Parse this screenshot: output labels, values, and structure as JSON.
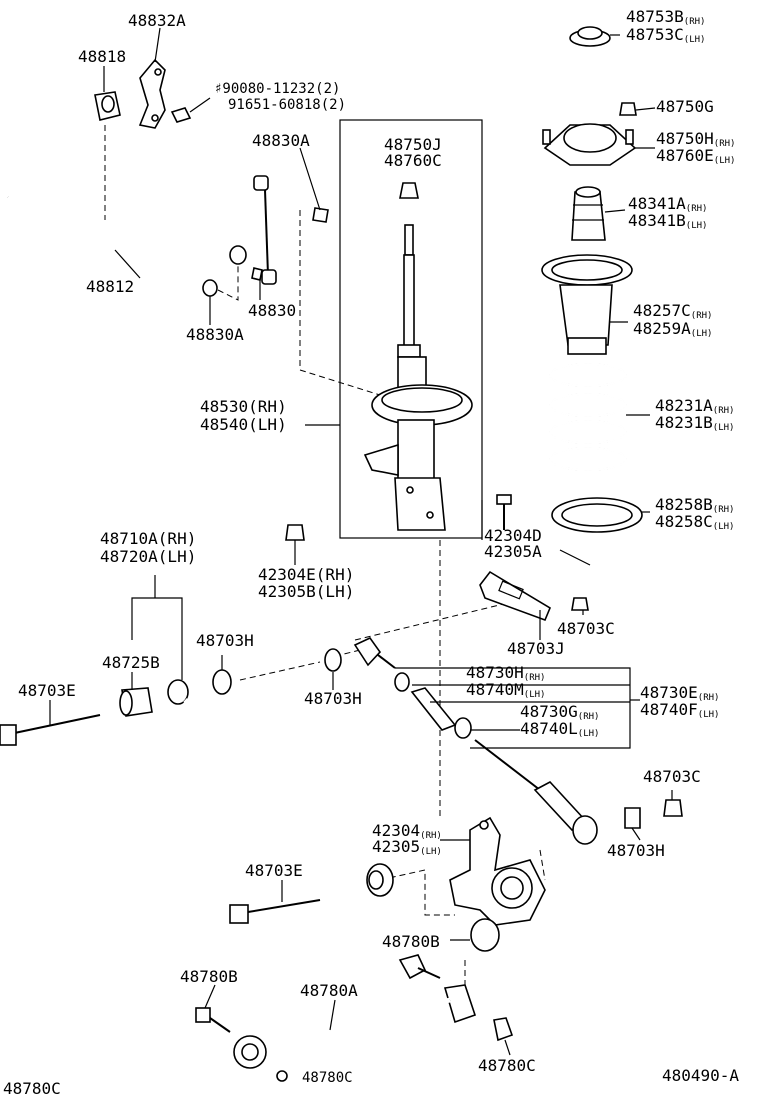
{
  "diagram": {
    "drawing_number": "480490-A",
    "labels": {
      "p48832A": "48832A",
      "p48818": "48818",
      "bolt_line1": "♯90080-11232(2)",
      "bolt_line2": "91651-60818(2)",
      "p48830A_top": "48830A",
      "p48812": "48812",
      "p48830": "48830",
      "p48830A_bot": "48830A",
      "p48750J": "48750J",
      "p48760C": "48760C",
      "p48753B": "48753B",
      "p48753B_side": "(RH)",
      "p48753C": "48753C",
      "p48753C_side": "(LH)",
      "p48750G": "48750G",
      "p48750H": "48750H",
      "p48750H_side": "(RH)",
      "p48760E": "48760E",
      "p48760E_side": "(LH)",
      "p48341A": "48341A",
      "p48341A_side": "(RH)",
      "p48341B": "48341B",
      "p48341B_side": "(LH)",
      "p48257C": "48257C",
      "p48257C_side": "(RH)",
      "p48259A": "48259A",
      "p48259A_side": "(LH)",
      "strut_rh": "48530(RH)",
      "strut_lh": "48540(LH)",
      "p48231A": "48231A",
      "p48231A_side": "(RH)",
      "p48231B": "48231B",
      "p48231B_side": "(LH)",
      "p48258B": "48258B",
      "p48258B_side": "(RH)",
      "p48258C": "48258C",
      "p48258C_side": "(LH)",
      "p42304D": "42304D",
      "p42305A": "42305A",
      "arm_rh": "48710A(RH)",
      "arm_lh": "48720A(LH)",
      "p42304E": "42304E(RH)",
      "p42305B": "42305B(LH)",
      "p48703H_a": "48703H",
      "p48703J": "48703J",
      "p48703C_a": "48703C",
      "p48725B": "48725B",
      "p48703E_a": "48703E",
      "p48703H_b": "48703H",
      "p48730H": "48730H",
      "p48730H_side": "(RH)",
      "p48740M": "48740M",
      "p48740M_side": "(LH)",
      "p48730E": "48730E",
      "p48730E_side": "(RH)",
      "p48740F": "48740F",
      "p48740F_side": "(LH)",
      "p48730G": "48730G",
      "p48730G_side": "(RH)",
      "p48740L": "48740L",
      "p48740L_side": "(LH)",
      "p48703C_b": "48703C",
      "p42304": "42304",
      "p42304_side": "(RH)",
      "p42305": "42305",
      "p42305_side": "(LH)",
      "p48703H_c": "48703H",
      "p48703E_b": "48703E",
      "p48780B_a": "48780B",
      "p48780B_b": "48780B",
      "p48780A": "48780A",
      "p48780C_a": "48780C",
      "p48780C_b": "48780C",
      "p48780C_c": "48780C"
    }
  }
}
